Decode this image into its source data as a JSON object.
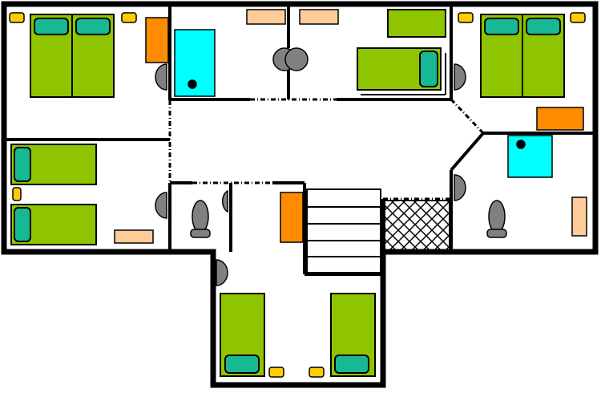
{
  "floor_plan": {
    "colors": {
      "background": "#ffffff",
      "wall": "#000000",
      "bed": "#8fc400",
      "pillow": "#18b894",
      "furniture": "#ff8c00",
      "rug": "#ffcc99",
      "shower": "#00ffff",
      "fixture": "#808080",
      "lamp": "#ffcc00",
      "stair_tread": "#ffffff",
      "lattice": "#000000"
    },
    "rooms": [
      "bedroom-top-left",
      "bathroom-top",
      "bedroom-top-center",
      "bedroom-top-right",
      "bedroom-left",
      "hallway",
      "wc",
      "stairwell",
      "bathroom-right",
      "bedroom-bottom"
    ],
    "stair_steps": 6
  }
}
